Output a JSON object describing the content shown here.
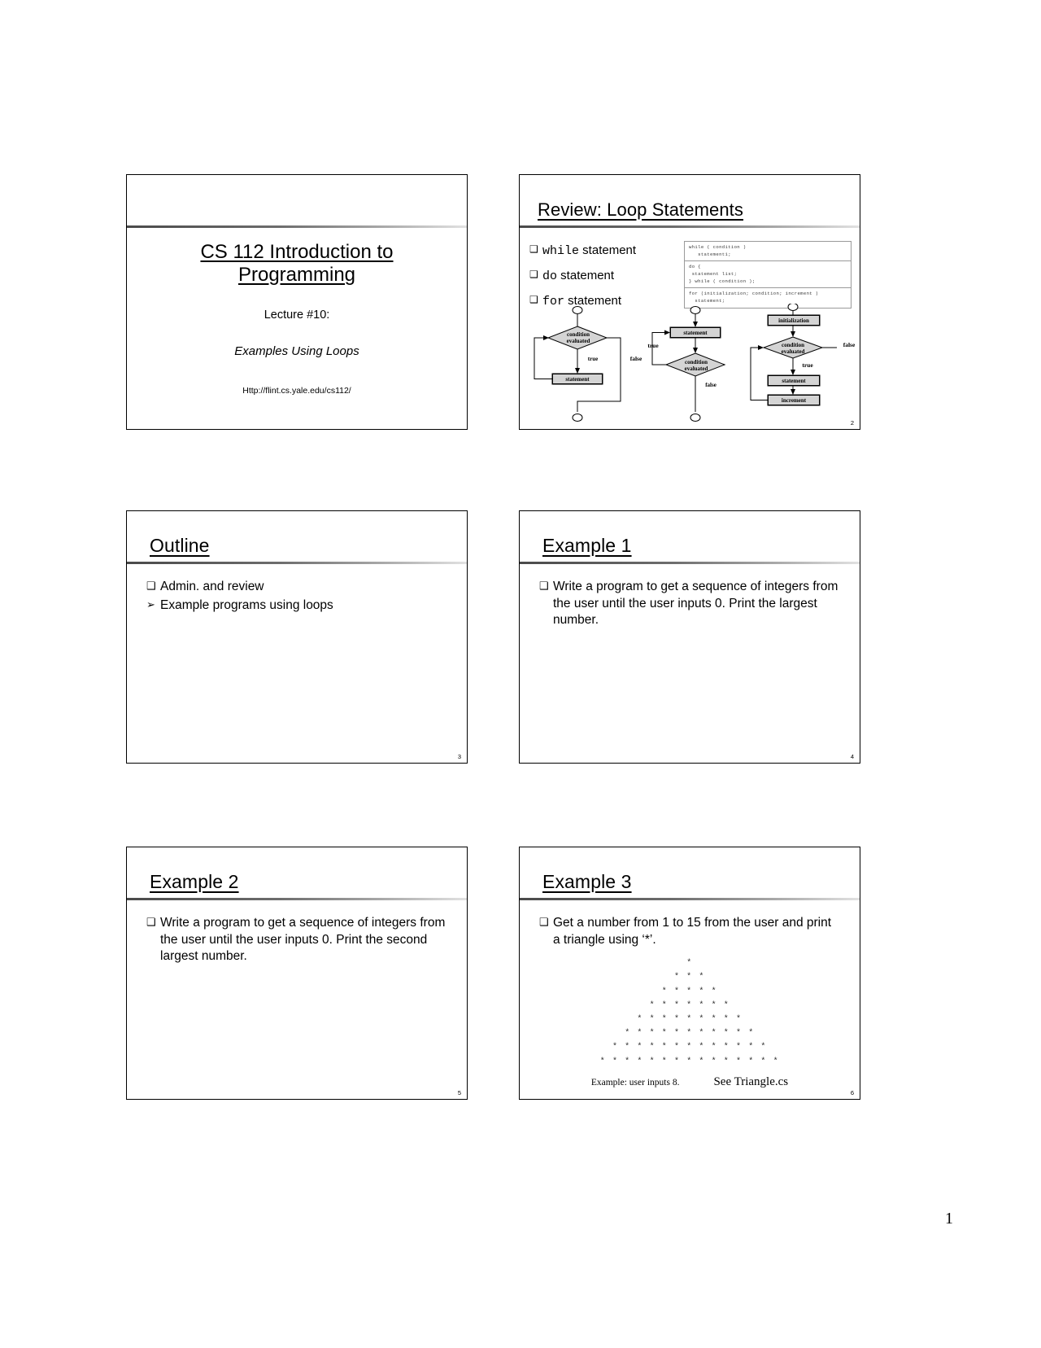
{
  "document": {
    "page_number": "1"
  },
  "slides": [
    {
      "id": "title-slide",
      "number": "",
      "title_main": "CS 112  Introduction to Programming",
      "lecture": "Lecture #10:",
      "subtitle": "Examples Using Loops",
      "url": "Http://flint.cs.yale.edu/cs112/"
    },
    {
      "id": "review-loop-statements",
      "number": "2",
      "title": "Review: Loop Statements",
      "bullets": [
        {
          "marker": "❑",
          "code": "while",
          "rest": " statement"
        },
        {
          "marker": "❑",
          "code": "do",
          "rest": " statement"
        },
        {
          "marker": "❑",
          "code": "for",
          "rest": " statement"
        }
      ],
      "code_boxes": [
        "while ( condition )\n   statement1;",
        "do {\n statement list;\n} while ( condition );",
        "for (initialization; condition; increment )\n  statement;"
      ],
      "flowcharts": {
        "while": {
          "decision": "condition\nevaluated",
          "true_label": "true",
          "false_label": "false",
          "box": "statement"
        },
        "do": {
          "box": "statement",
          "decision": "condition\nevaluated",
          "true_label": "true",
          "false_label": "false"
        },
        "for": {
          "init": "initialization",
          "decision": "condition\nevaluated",
          "true_label": "true",
          "false_label": "false",
          "box": "statement",
          "increment": "increment"
        }
      }
    },
    {
      "id": "outline",
      "number": "3",
      "title": "Outline",
      "bullets": [
        {
          "marker": "❑",
          "text": "Admin. and review"
        },
        {
          "marker": "➢",
          "text": "Example programs using loops"
        }
      ]
    },
    {
      "id": "example-1",
      "number": "4",
      "title": "Example 1",
      "bullets": [
        {
          "marker": "❑",
          "text": "Write a program to get a sequence of integers from the user until the user inputs 0. Print the largest number."
        }
      ]
    },
    {
      "id": "example-2",
      "number": "5",
      "title": "Example 2",
      "bullets": [
        {
          "marker": "❑",
          "text": "Write a program to get a sequence of integers from the user until the user inputs 0. Print the second largest number."
        }
      ]
    },
    {
      "id": "example-3",
      "number": "6",
      "title": "Example 3",
      "bullets": [
        {
          "marker": "❑",
          "text": "Get a number from 1 to 15 from the user and print a triangle using ‘*’."
        }
      ],
      "triangle_rows": [
        "*",
        "* * *",
        "* * * * *",
        "* * * * * * *",
        "* * * * * * * * *",
        "* * * * * * * * * * *",
        "* * * * * * * * * * * * *",
        "* * * * * * * * * * * * * * *"
      ],
      "caption": "Example: user inputs 8.",
      "see_file": "See Triangle.cs"
    }
  ]
}
